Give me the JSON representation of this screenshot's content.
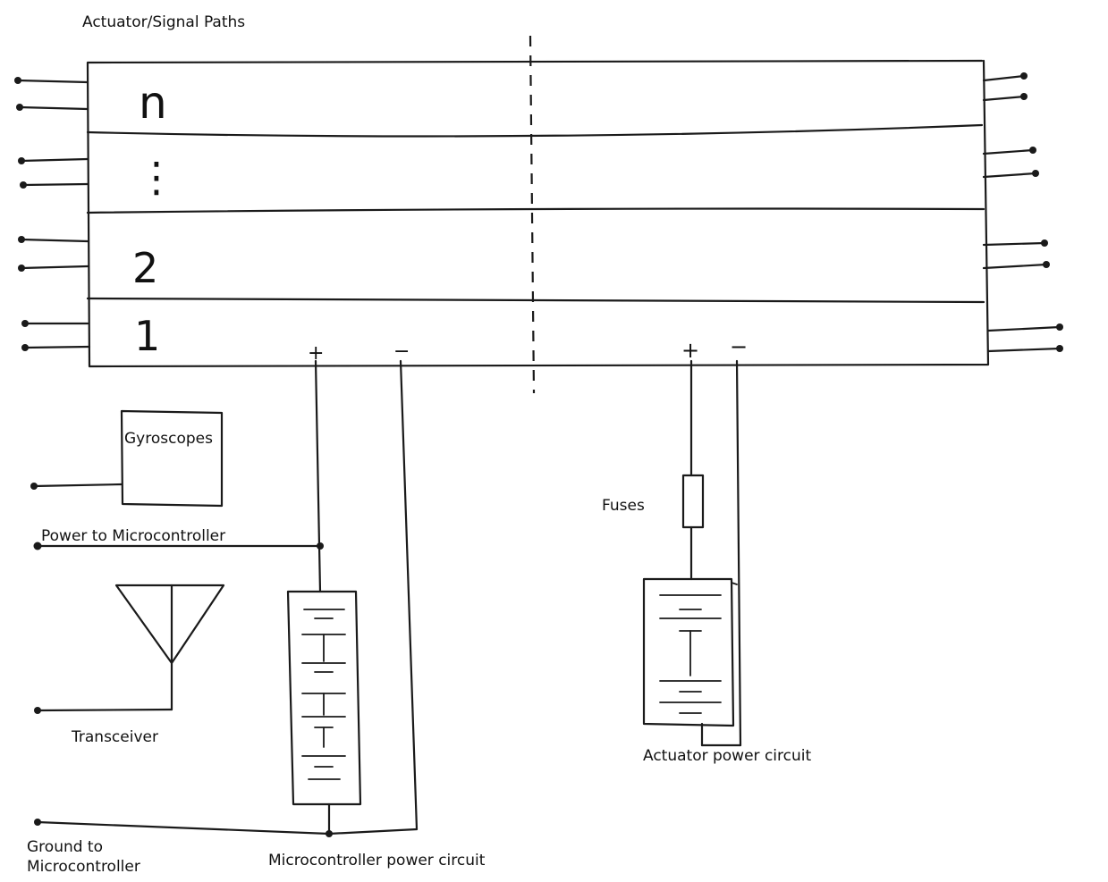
{
  "labels": {
    "title": "Actuator/Signal Paths",
    "gyroscopes": "Gyroscopes",
    "power_to_mc": "Power to Microcontroller",
    "transceiver": "Transceiver",
    "ground_line1": "Ground to",
    "ground_line2": "Microcontroller",
    "mc_power_circuit": "Microcontroller power circuit",
    "fuses": "Fuses",
    "actuator_power_circuit": "Actuator power circuit"
  },
  "paths": {
    "row_n": "n",
    "row_dots": "⋮",
    "row_2": "2",
    "row_1": "1"
  },
  "terminals": {
    "mc_plus": "+",
    "mc_minus": "−",
    "act_plus": "+",
    "act_minus": "−"
  }
}
